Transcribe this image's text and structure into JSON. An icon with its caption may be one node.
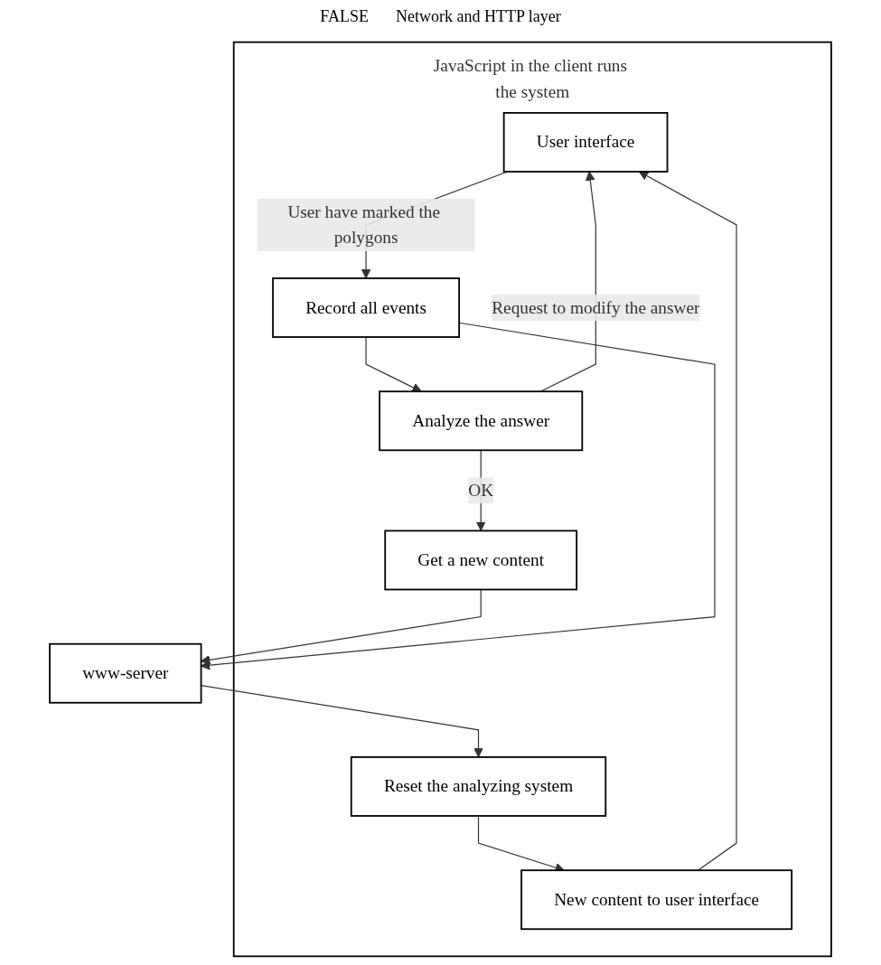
{
  "diagram": {
    "nodes": [
      {
        "text": [
          "JavaScript in the client runs the system"
        ]
      },
      {
        "text": [
          "User interface"
        ],
        "in": 0
      },
      {
        "text": [
          "New content to user interface"
        ],
        "in": 0
      },
      {
        "text": [
          "Reset the analyzing system"
        ],
        "in": 0
      },
      {
        "text": [
          "Record all events"
        ],
        "in": 0
      },
      {
        "text": [
          "Analyze the answer"
        ],
        "in": 0
      },
      {
        "text": [
          "Get a new content"
        ],
        "in": 0
      },
      {
        "text": [
          "www-server"
        ]
      }
    ],
    "edges": [
      {
        "from": 2,
        "to": 1,
        "arrow": "to"
      },
      {
        "from": 3,
        "to": 2,
        "arrow": "to"
      },
      {
        "from": 7,
        "to": 3,
        "arrow": "to"
      },
      {
        "from": 5,
        "to": 1,
        "arrow": "to",
        "label": "Request to modify the answer"
      },
      {
        "from": 1,
        "to": 4,
        "arrow": "to",
        "label": "User have marked the polygons"
      },
      {
        "from": 4,
        "to": 5,
        "arrow": "to"
      },
      {
        "from": 5,
        "to": 6,
        "arrow": "to",
        "label": "OK"
      },
      {
        "from": 6,
        "to": 7,
        "arrow": "to"
      },
      {
        "from": 4,
        "to": 7,
        "arrow": "to"
      }
    ],
    "labels": [
      "FALSE",
      "Network and HTTP layer"
    ]
  }
}
